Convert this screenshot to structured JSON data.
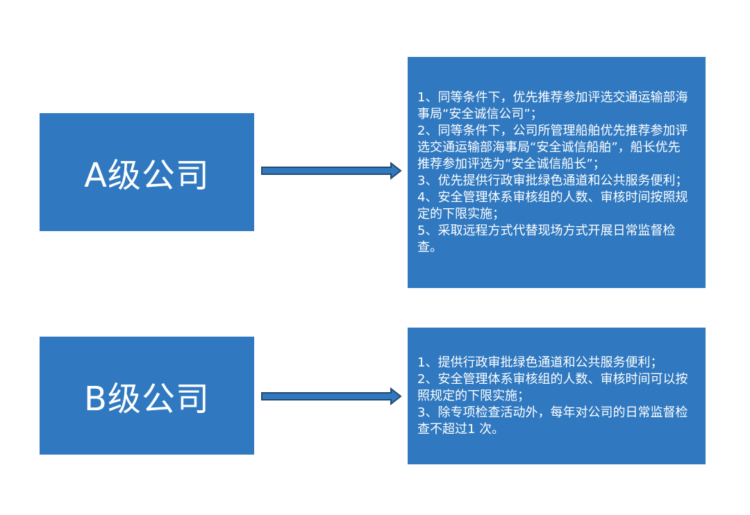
{
  "tiers": [
    {
      "label": "A级公司",
      "benefits": [
        "1、同等条件下，优先推荐参加评选交通运输部海事局“安全诚信公司”；",
        "2、同等条件下，公司所管理船舶优先推荐参加评选交通运输部海事局“安全诚信船舶”，船长优先推荐参加评选为“安全诚信船长”；",
        "3、优先提供行政审批绿色通道和公共服务便利；",
        "4、安全管理体系审核组的人数、审核时间按照规定的下限实施；",
        "5、采取远程方式代替现场方式开展日常监督检查。"
      ]
    },
    {
      "label": "B级公司",
      "benefits": [
        "1、提供行政审批绿色通道和公共服务便利；",
        "2、安全管理体系审核组的人数、审核时间可以按照规定的下限实施；",
        "3、除专项检查活动外，每年对公司的日常监督检查不超过1 次。"
      ]
    }
  ],
  "colors": {
    "box_fill": "#3079c0",
    "arrow_fill": "#3079c0",
    "arrow_stroke": "#24486d",
    "text": "#ffffff"
  }
}
